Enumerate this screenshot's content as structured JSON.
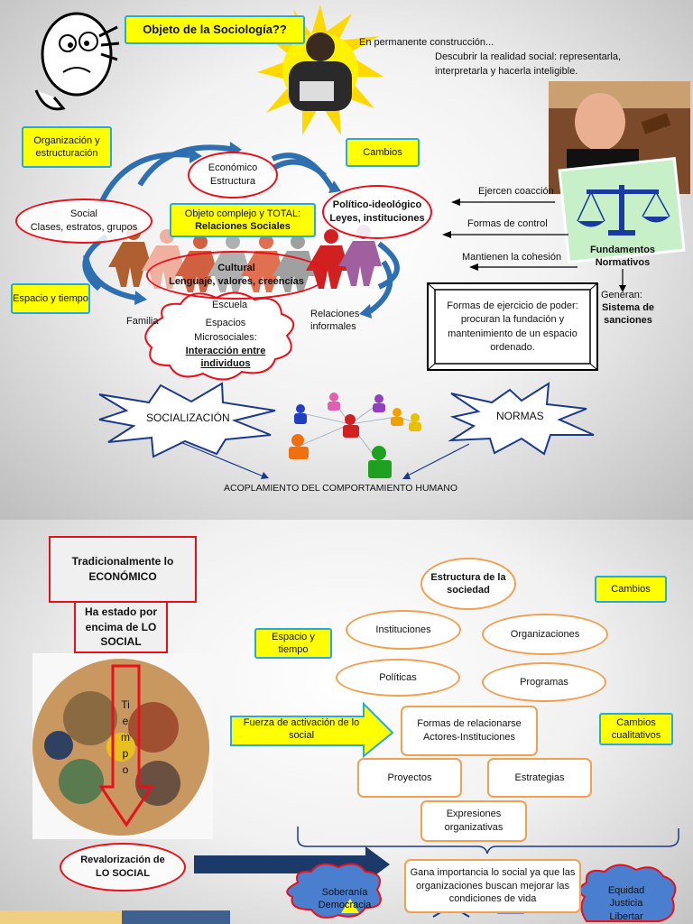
{
  "slide1": {
    "title": "Objeto de la Sociología??",
    "construccion": "En permanente construcción...",
    "descubrir": "Descubrir la realidad social: representarla, interpretarla y hacerla inteligible.",
    "organizacion": "Organización y estructuración",
    "cambios": "Cambios",
    "espacio_tiempo": "Espacio y tiempo",
    "economico": "Económico Estructura",
    "social_title": "Social",
    "social_sub": "Clases, estratos, grupos",
    "politico_title": "Político-ideológico",
    "politico_sub": "Leyes, instituciones",
    "objeto_line1": "Objeto complejo y TOTAL:",
    "objeto_line2": "Relaciones Sociales",
    "cultural_title": "Cultural",
    "cultural_sub": "Lenguaje, valores, creencias",
    "escuela": "Escuela",
    "familia": "Familia",
    "relaciones_informales": "Relaciones informales",
    "espacios": "Espacios",
    "microsociales": "Microsociales:",
    "interaccion": "Interacción entre individuos",
    "ejercen": "Ejercen coacción",
    "formas_control": "Formas de control",
    "mantienen": "Mantienen la cohesión",
    "fundamentos": "Fundamentos Normativos",
    "generan": "Generan:",
    "sistema": "Sistema de sanciones",
    "poder": "Formas de ejercicio de poder: procuran la fundación y mantenimiento de un espacio ordenado.",
    "socializacion": "SOCIALIZACIÓN",
    "normas": "NORMAS",
    "acoplamiento": "ACOPLAMIENTO DEL COMPORTAMIENTO HUMANO"
  },
  "slide2": {
    "tradicional": "Tradicionalmente lo ECONÓMICO",
    "ha_estado": "Ha estado por encima de LO SOCIAL",
    "tiempo_letters": [
      "Ti",
      "e",
      "m",
      "p",
      "o"
    ],
    "estructura": "Estructura de la sociedad",
    "cambios": "Cambios",
    "espacio_tiempo": "Espacio y tiempo",
    "instituciones": "Instituciones",
    "organizaciones": "Organizaciones",
    "politicas": "Políticas",
    "programas": "Programas",
    "fuerza": "Fuerza de activación de lo social",
    "formas_relacionarse": "Formas de relacionarse Actores-Instituciones",
    "cambios_cualitativos": "Cambios cualitativos",
    "proyectos": "Proyectos",
    "estrategias": "Estrategias",
    "expresiones": "Expresiones organizativas",
    "revalorizacion": "Revalorización de LO SOCIAL",
    "gana": "Gana importancia lo social ya que las organizaciones buscan mejorar las condiciones de vida",
    "soberania": "Soberanía Democracia",
    "equidad": "Equidad Justicia Libertar"
  },
  "colors": {
    "yellow": "#ffff00",
    "red": "#e8101a",
    "orange": "#f0a050",
    "blue_arrow": "#2e6fb0",
    "teal_border": "#2aa8d8"
  }
}
